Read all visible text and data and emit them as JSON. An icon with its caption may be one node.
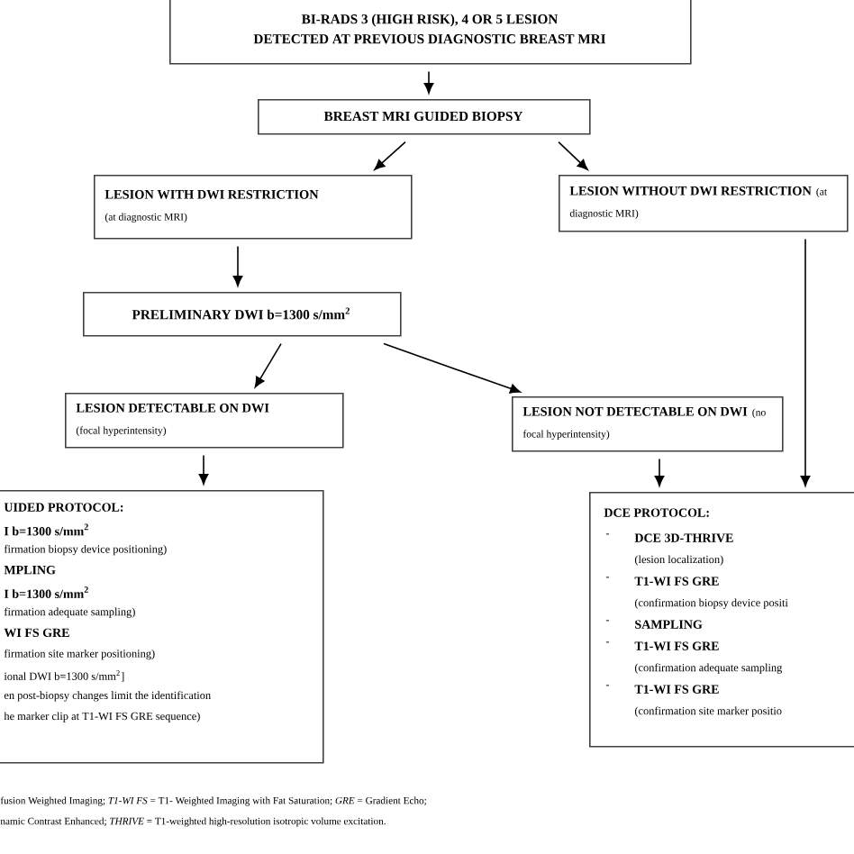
{
  "diagram": {
    "nodes": [
      {
        "text": [
          "BI-RADS 3 (HIGH RISK), 4 OR 5 LESION",
          "DETECTED AT PREVIOUS DIAGNOSTIC BREAST MRI"
        ]
      },
      {
        "text": [
          "BREAST MRI GUIDED BIOPSY"
        ]
      },
      {
        "text": [
          "LESION WITH DWI RESTRICTION",
          "(at diagnostic MRI)"
        ]
      },
      {
        "text": [
          "LESION WITHOUT DWI RESTRICTION",
          "(at diagnostic MRI)"
        ]
      },
      {
        "text": [
          "PRELIMINARY DWI b=1300 s/mm$^{2}$"
        ]
      },
      {
        "text": [
          "LESION DETECTABLE ON DWI",
          "(focal hyperintensity)"
        ]
      },
      {
        "text": [
          "LESION NOT DETECTABLE ON DWI",
          "(no focal hyperintensity)"
        ]
      },
      {
        "text": [
          "UIDED PROTOCOL:",
          "I b=1300 s/mm$^{2}$",
          "firmation biopsy device positioning)",
          "MPLING",
          "I b=1300 s/mm$^{2}$",
          "firmation adequate sampling)",
          "WI FS GRE",
          "firmation site marker positioning)",
          "ional DWI b=1300 s/mm$^{2}$]",
          "en post-biopsy changes limit the identification",
          "he marker clip at T1-WI FS GRE sequence)"
        ]
      },
      {
        "text": [
          "DCE PROTOCOL:",
          "-",
          "DCE 3D-THRIVE",
          "(lesion localization)",
          "-",
          "T1-WI FS GRE",
          "(confirmation biopsy device positi",
          "-",
          "SAMPLING",
          "-",
          "T1-WI FS GRE",
          "(confirmation adequate sampling",
          "-",
          "T1-WI FS GRE",
          "(confirmation site marker positio"
        ]
      }
    ],
    "edges": [
      {
        "from": 0,
        "to": 1,
        "arrow": "to"
      },
      {
        "from": 1,
        "to": 2,
        "arrow": "to"
      },
      {
        "from": 1,
        "to": 3,
        "arrow": "to"
      },
      {
        "from": 2,
        "to": 4,
        "arrow": "to"
      },
      {
        "from": 4,
        "to": 5,
        "arrow": "to"
      },
      {
        "from": 4,
        "to": 6,
        "arrow": "to"
      },
      {
        "from": 5,
        "to": 7,
        "arrow": "to"
      },
      {
        "from": 6,
        "to": 8,
        "arrow": "to"
      },
      {
        "from": 3,
        "to": 8,
        "arrow": "to"
      }
    ],
    "labels": [
      "fusion Weighted Imaging; *T1-WI FS* = T1- Weighted Imaging with Fat Saturation; *GRE* = Gradient Echo;",
      "namic Contrast Enhanced; *THRIVE* = T1-weighted high-resolution isotropic volume excitation."
    ]
  }
}
